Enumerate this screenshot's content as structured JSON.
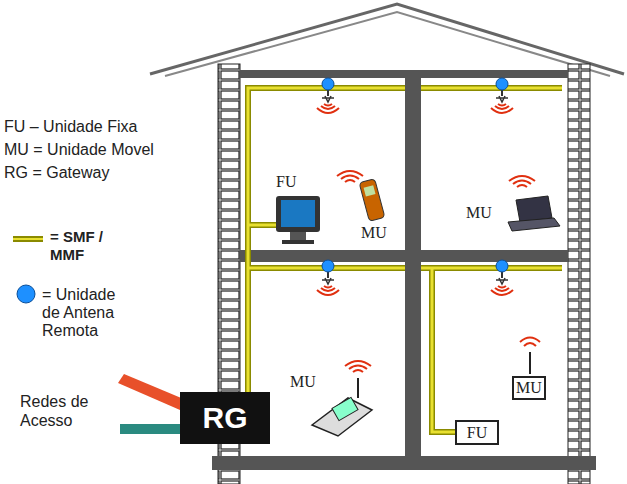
{
  "diagram": {
    "nodes": [
      {
        "text": [
          "MU"
        ]
      },
      {
        "text": [
          "RG"
        ]
      },
      {
        "text": [
          "FU"
        ]
      }
    ],
    "labels": [
      "FU – Unidade Fixa",
      "MU = Unidade Movel",
      "RG = Gateway",
      "FU",
      "MU",
      "MU",
      "MU",
      "Redes de Acesso"
    ],
    "legend": [
      {
        "text": "= SMF / MMF"
      },
      {
        "text": "= Unidade de Antena Remota"
      }
    ]
  }
}
